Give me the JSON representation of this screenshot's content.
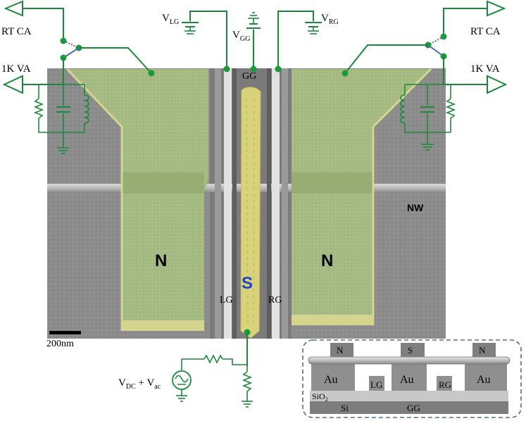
{
  "labels": {
    "rt_ca_left": "RT CA",
    "rt_ca_right": "RT CA",
    "vk_va_left": "1K VA",
    "vk_va_right": "1K VA",
    "v_lg_main": "V",
    "v_lg_sub": "LG",
    "v_gg_main": "V",
    "v_gg_sub": "GG",
    "v_rg_main": "V",
    "v_rg_sub": "RG",
    "gg_top": "GG",
    "nw": "NW",
    "n_left": "N",
    "n_right": "N",
    "s_center": "S",
    "lg": "LG",
    "rg": "RG",
    "scale": "200nm",
    "vdc_main": "V",
    "vdc_sub": "DC",
    "vac_plus": " + V",
    "vac_sub": "ac"
  },
  "cross_section": {
    "n_left": "N",
    "s": "S",
    "n_right": "N",
    "au_left": "Au",
    "au_center": "Au",
    "au_right": "Au",
    "lg": "LG",
    "rg": "RG",
    "sio2_main": "SiO",
    "sio2_sub": "2",
    "si": "Si",
    "gg": "GG"
  },
  "colors": {
    "wire": "#1a8a3a",
    "electrode_green": "#a8bd84",
    "electrode_yellow": "#d8d48e",
    "superconductor": "#d9d478",
    "sem_gray": "#8e8e8e",
    "s_label": "#1f3fd0"
  }
}
